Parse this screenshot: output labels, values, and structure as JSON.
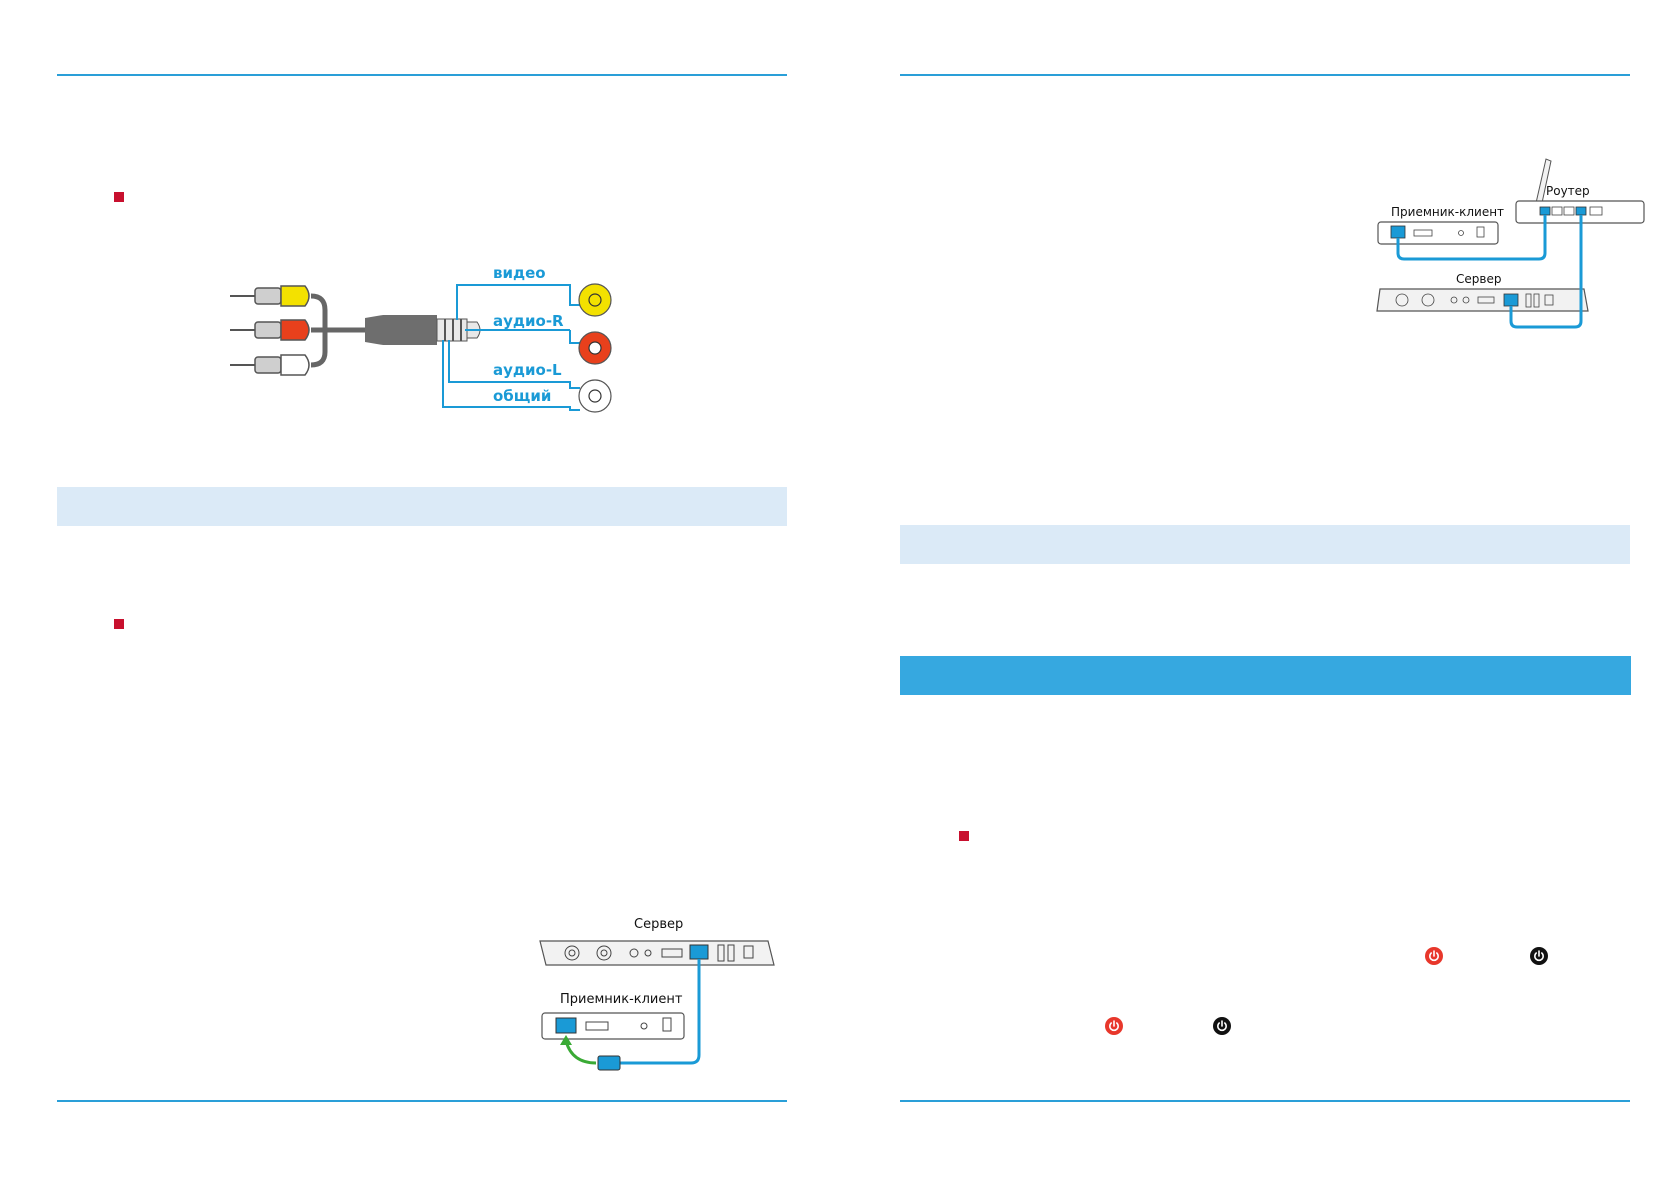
{
  "colors": {
    "rule": "#2a9fd8",
    "band_light": "#dbeaf7",
    "band_strong": "#36a8e0",
    "bullet": "#c8102e",
    "wire": "#1a9ad6",
    "arrow": "#3aaa35",
    "plug_yellow": "#f3e100",
    "plug_red": "#e8401c",
    "power_red": "#e8372b",
    "power_black": "#111111"
  },
  "av_diagram": {
    "labels": [
      "видео",
      "аудио-R",
      "аудио-L",
      "общий"
    ]
  },
  "network_diagram_left": {
    "server_label": "Сервер",
    "client_label": "Приемник-клиент"
  },
  "network_diagram_right": {
    "router_label": "Роутер",
    "client_label": "Приемник-клиент",
    "server_label": "Сервер"
  },
  "icons": {
    "bullet": "square-bullet-icon",
    "power_on": "power-red-icon",
    "power_off": "power-black-icon",
    "ethernet": "ethernet-port-icon"
  }
}
